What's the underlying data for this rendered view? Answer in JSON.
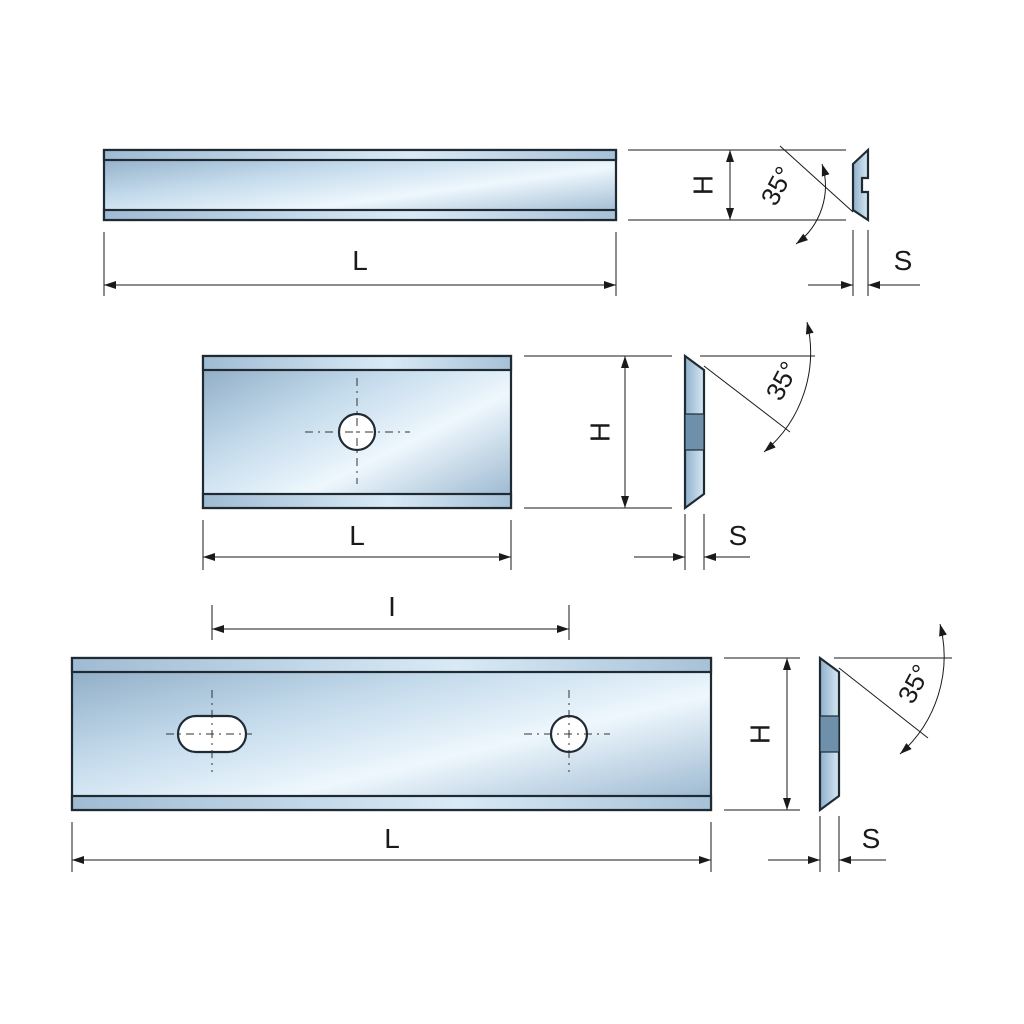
{
  "figures": [
    {
      "id": "blade-plain",
      "length_label": "L",
      "height_label": "H",
      "thickness_label": "S",
      "angle_label": "35°"
    },
    {
      "id": "blade-one-hole",
      "length_label": "L",
      "height_label": "H",
      "thickness_label": "S",
      "angle_label": "35°"
    },
    {
      "id": "blade-two-holes",
      "length_label": "L",
      "hole_spacing_label": "I",
      "height_label": "H",
      "thickness_label": "S",
      "angle_label": "35°"
    }
  ],
  "colors": {
    "steel_light": "#e6f3fb",
    "steel_mid": "#b7d2e6",
    "steel_dark": "#7c9bb6",
    "outline": "#1f2a33"
  }
}
